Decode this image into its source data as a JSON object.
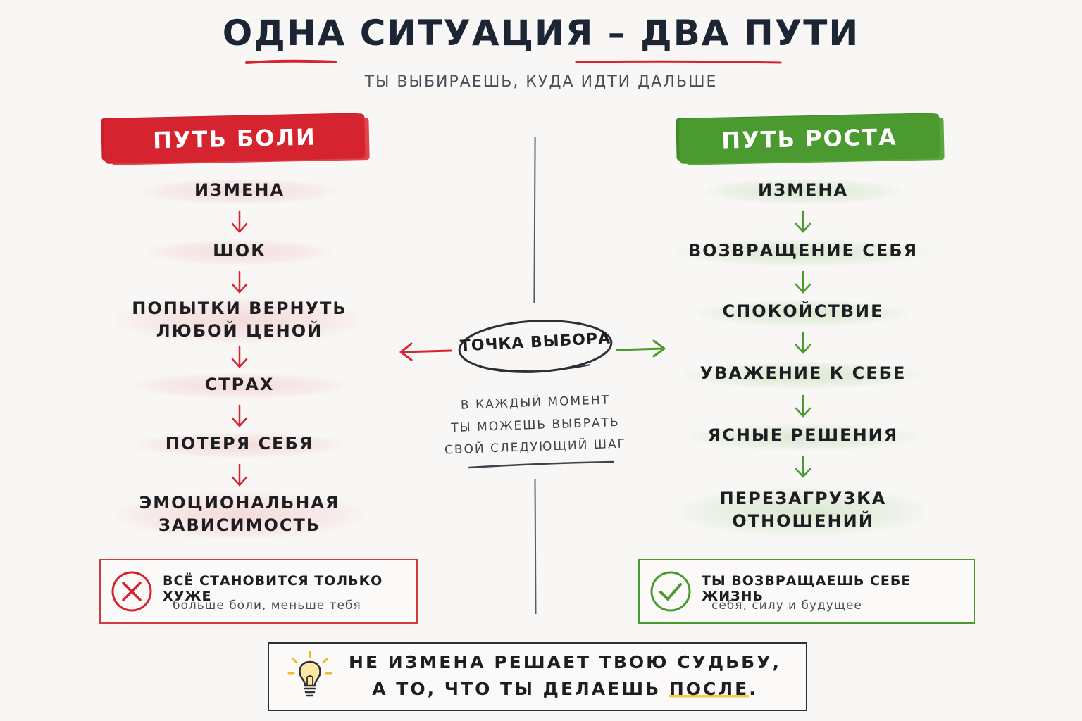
{
  "header": {
    "title": "Одна ситуация – два пути",
    "subtitle": "Ты выбираешь, куда идти дальше"
  },
  "pain": {
    "banner": "Путь боли",
    "steps": [
      [
        "Измена"
      ],
      [
        "Шок"
      ],
      [
        "Попытки вернуть",
        "любой ценой"
      ],
      [
        "Страх"
      ],
      [
        "Потеря себя"
      ],
      [
        "Эмоциональная",
        "зависимость"
      ]
    ],
    "result": {
      "title": "Всё становится только хуже",
      "subtitle": "больше боли, меньше тебя"
    },
    "color": "#d52430"
  },
  "growth": {
    "banner": "Путь роста",
    "steps": [
      [
        "Измена"
      ],
      [
        "Возвращение себя"
      ],
      [
        "Спокойствие"
      ],
      [
        "Уважение к себе"
      ],
      [
        "Ясные решения"
      ],
      [
        "Перезагрузка",
        "отношений"
      ]
    ],
    "result": {
      "title": "Ты возвращаешь себе жизнь",
      "subtitle": "себя, силу и будущее"
    },
    "color": "#4a9a30"
  },
  "center": {
    "choice": "Точка выбора",
    "note": [
      "В каждый момент",
      "ты можешь выбрать",
      "свой следующий шаг"
    ]
  },
  "footer": {
    "line1": "Не измена решает твою судьбу,",
    "line2_before": "а то, что ты делаешь ",
    "line2_highlight": "после",
    "line2_after": ".",
    "icon": "lightbulb-icon"
  }
}
